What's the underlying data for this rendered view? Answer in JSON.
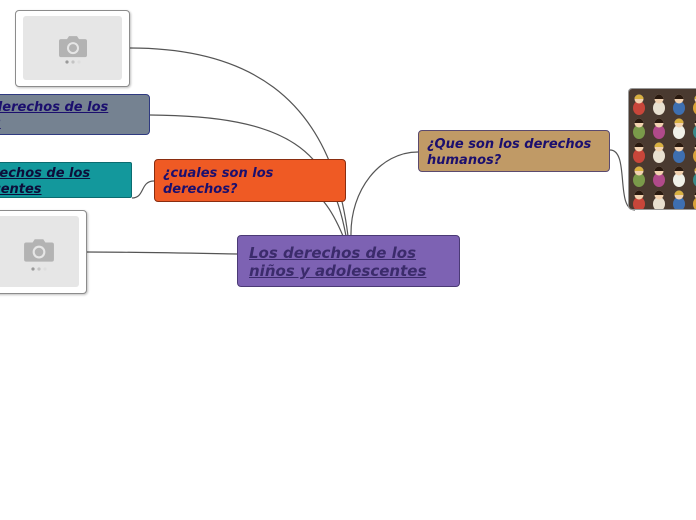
{
  "mindmap": {
    "central": {
      "line1": "Los derechos de los ",
      "line2": "niños y adolescentes"
    },
    "cuales": {
      "line1": "¿cuales son los",
      "line2": "derechos?"
    },
    "que": {
      "line1": "¿Que son los derechos",
      "line2": "humanos?"
    },
    "grey_topic": {
      "line1": "derechos de los ",
      "line2": "s"
    },
    "teal_topic": {
      "line1": "rechos de los ",
      "line2": "centes"
    }
  },
  "icons": {
    "placeholder": "camera-icon",
    "photo": "figurines-photo"
  },
  "colors": {
    "central": "#7d62b3",
    "cuales": "#ef5a24",
    "que": "#c09a66",
    "grey_topic": "#758291",
    "teal_topic": "#13989c",
    "link": "#555555"
  }
}
